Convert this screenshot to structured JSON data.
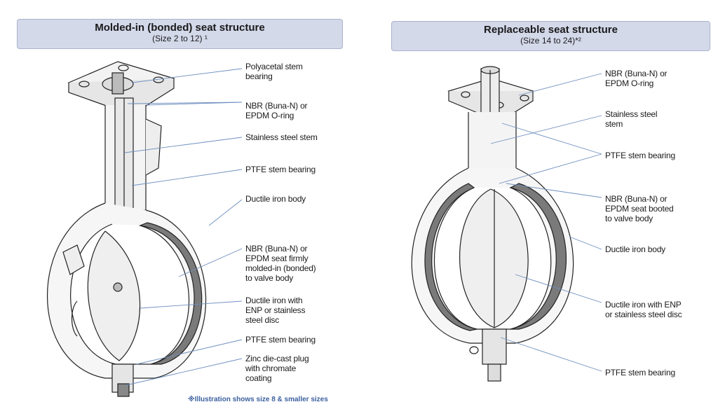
{
  "left_panel": {
    "title": "Molded-in (bonded) seat structure",
    "subtitle": "(Size 2 to 12)  ¹",
    "labels": [
      "Polyacetal stem\nbearing",
      "NBR (Buna-N) or\nEPDM O-ring",
      "Stainless steel stem",
      "PTFE stem bearing",
      "Ductile iron body",
      "NBR (Buna-N) or\nEPDM seat firmly\nmolded-in (bonded)\nto valve body",
      "Ductile iron with\nENP or stainless\nsteel disc",
      "PTFE stem bearing",
      "Zinc die-cast plug\nwith chromate\ncoating"
    ],
    "footnote": "※Illustration shows size 8 & smaller sizes"
  },
  "right_panel": {
    "title": "Replaceable seat structure",
    "subtitle": "(Size 14 to 24)*²",
    "labels": [
      "NBR (Buna-N) or\nEPDM O-ring",
      "Stainless steel\nstem",
      "PTFE stem bearing",
      "NBR (Buna-N) or\nEPDM seat booted\nto valve body",
      "Ductile iron body",
      "Ductile iron with ENP\nor stainless steel disc",
      "PTFE stem bearing"
    ]
  },
  "colors": {
    "header_fill": "#d4d9ea",
    "leader_line": "#6f8fc0",
    "seat": "#7a7a7a"
  }
}
